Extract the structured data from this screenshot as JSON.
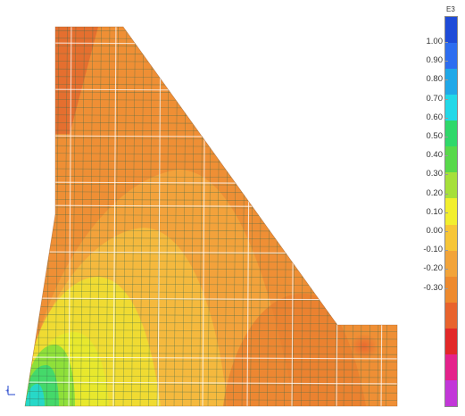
{
  "window": {
    "title": "Stress contour plot",
    "background": "#ffffff"
  },
  "legend": {
    "unit_label": "E3",
    "labels": [
      "1.00",
      "0.90",
      "0.80",
      "0.70",
      "0.60",
      "0.50",
      "0.40",
      "0.30",
      "0.20",
      "0.10",
      "0.00",
      "-0.10",
      "-0.20",
      "-0.30"
    ],
    "colors": [
      "#1e4bd8",
      "#2d6df0",
      "#20a8e8",
      "#22d8e8",
      "#2fd86a",
      "#58d94a",
      "#a6e03a",
      "#f2ef2e",
      "#f7c637",
      "#f2a43a",
      "#ee8a2e",
      "#e8632d",
      "#e22828",
      "#e4228b",
      "#c237d8"
    ]
  },
  "model": {
    "description_icon": "axis-triad-icon",
    "mesh_color": "#3e6b4c",
    "gridline_color": "#ffffff"
  }
}
